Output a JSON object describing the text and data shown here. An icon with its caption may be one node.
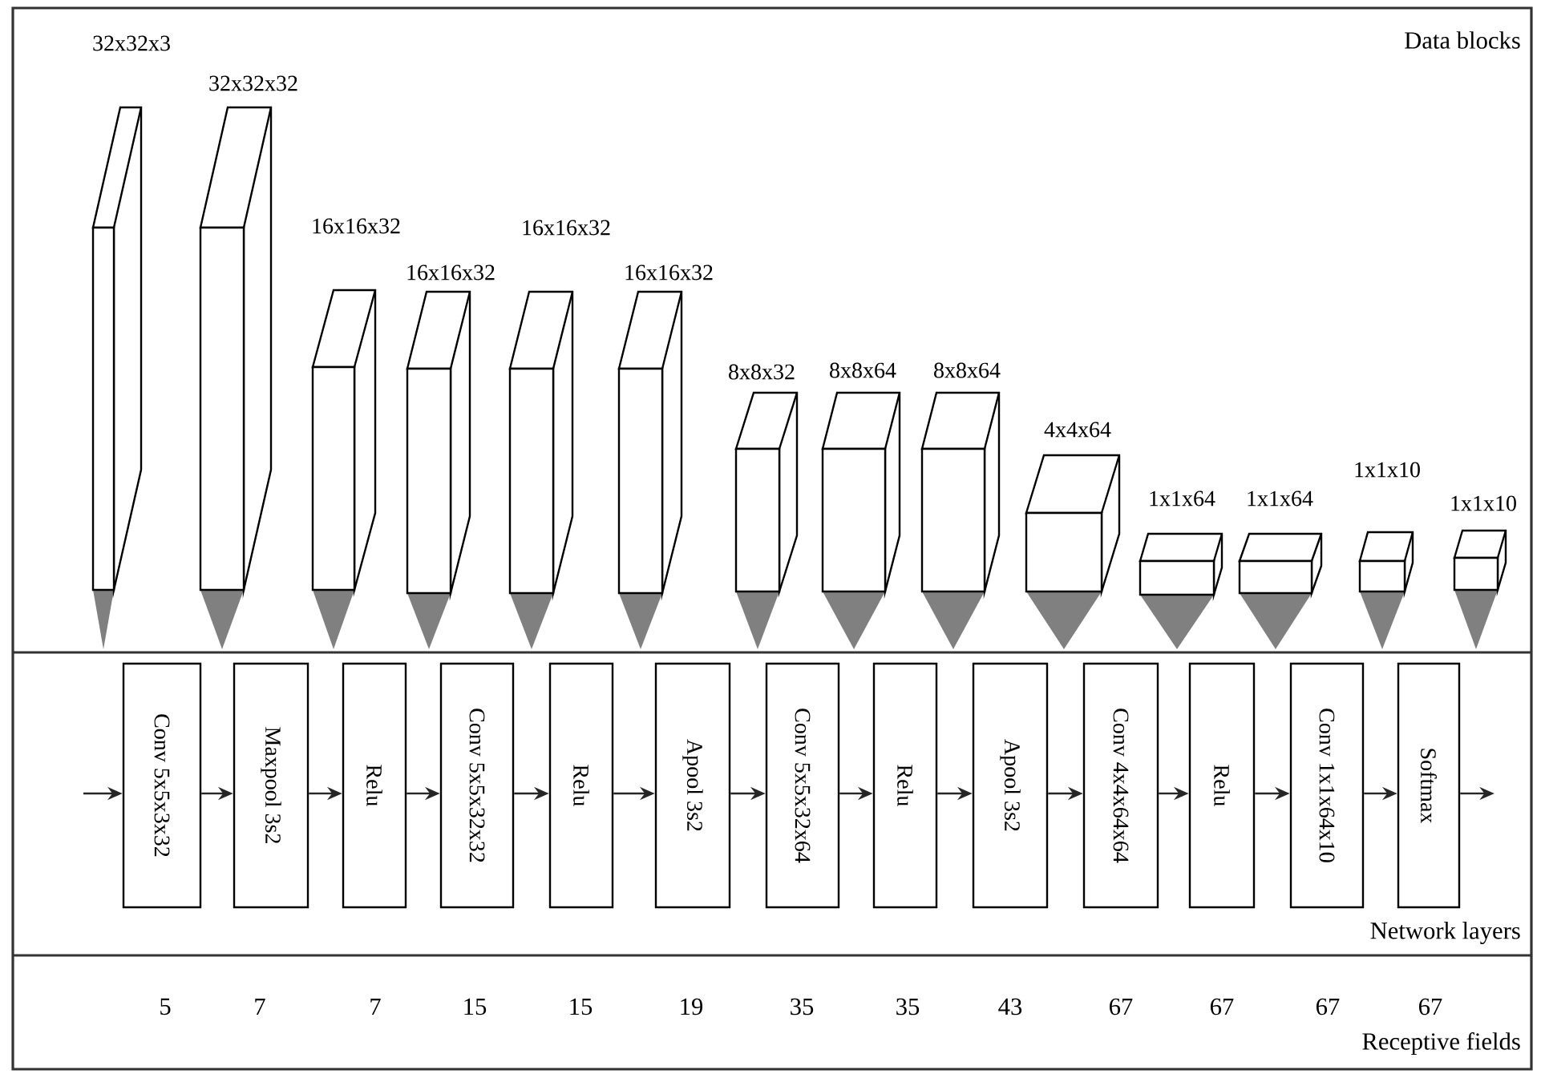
{
  "diagram": {
    "nodes": [
      {
        "text": [
          "32x32x3"
        ]
      },
      {
        "text": [
          "32x32x32"
        ]
      },
      {
        "text": [
          "16x16x32"
        ]
      },
      {
        "text": [
          "16x16x32"
        ]
      },
      {
        "text": [
          "16x16x32"
        ]
      },
      {
        "text": [
          "16x16x32"
        ]
      },
      {
        "text": [
          "8x8x32"
        ]
      },
      {
        "text": [
          "8x8x64"
        ]
      },
      {
        "text": [
          "8x8x64"
        ]
      },
      {
        "text": [
          "4x4x64"
        ]
      },
      {
        "text": [
          "1x1x64"
        ]
      },
      {
        "text": [
          "1x1x64"
        ]
      },
      {
        "text": [
          "1x1x10"
        ]
      },
      {
        "text": [
          "1x1x10"
        ]
      },
      {
        "text": [
          "Conv 5x5x3x32"
        ]
      },
      {
        "text": [
          "Maxpool 3s2"
        ]
      },
      {
        "text": [
          "Relu"
        ]
      },
      {
        "text": [
          "Conv 5x5x32x32"
        ]
      },
      {
        "text": [
          "Relu"
        ]
      },
      {
        "text": [
          "Apool 3s2"
        ]
      },
      {
        "text": [
          "Conv 5x5x32x64"
        ]
      },
      {
        "text": [
          "Relu"
        ]
      },
      {
        "text": [
          "Apool 3s2"
        ]
      },
      {
        "text": [
          "Conv 4x4x64x64"
        ]
      },
      {
        "text": [
          "Relu"
        ]
      },
      {
        "text": [
          "Conv 1x1x64x10"
        ]
      },
      {
        "text": [
          "Softmax"
        ]
      }
    ],
    "edges": [
      {
        "from": null,
        "to": 14,
        "arrow": "to"
      },
      {
        "from": 14,
        "to": 15,
        "arrow": "to"
      },
      {
        "from": 15,
        "to": 16,
        "arrow": "to"
      },
      {
        "from": 16,
        "to": 17,
        "arrow": "to"
      },
      {
        "from": 17,
        "to": 18,
        "arrow": "to"
      },
      {
        "from": 18,
        "to": 19,
        "arrow": "to"
      },
      {
        "from": 19,
        "to": 20,
        "arrow": "to"
      },
      {
        "from": 20,
        "to": 21,
        "arrow": "to"
      },
      {
        "from": 21,
        "to": 22,
        "arrow": "to"
      },
      {
        "from": 22,
        "to": 23,
        "arrow": "to"
      },
      {
        "from": 23,
        "to": 24,
        "arrow": "to"
      },
      {
        "from": 24,
        "to": 25,
        "arrow": "to"
      },
      {
        "from": 25,
        "to": 26,
        "arrow": "to"
      },
      {
        "from": 26,
        "to": null,
        "arrow": "to"
      }
    ],
    "labels": [
      "Data blocks",
      "Network layers",
      "5",
      "7",
      "7",
      "15",
      "15",
      "19",
      "35",
      "35",
      "43",
      "67",
      "67",
      "67",
      "67",
      "Receptive fields"
    ]
  }
}
